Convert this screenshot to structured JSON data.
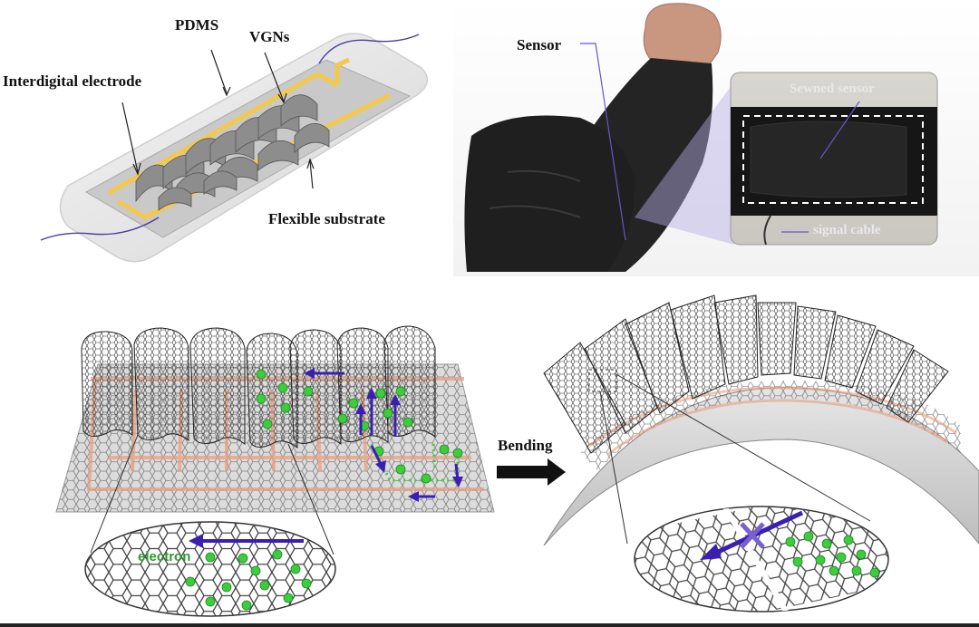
{
  "panel_a": {
    "labels": {
      "pdms": "PDMS",
      "vgns": "VGNs",
      "interdigital": "Interdigital electrode",
      "flexible": "Flexible substrate"
    }
  },
  "panel_b": {
    "labels": {
      "sensor": "Sensor",
      "sewned": "Sewned sensor",
      "signal": "signal cable"
    }
  },
  "panel_c": {
    "labels": {
      "electron": "electron",
      "bending": "Bending"
    }
  },
  "colors": {
    "electrode": "#f2c94c",
    "electron": "#3dcc3d",
    "arrow": "#3a1fb0",
    "lattice": "#2b2b2b",
    "copper": "#e8a080",
    "cable": "#4b3fa0"
  }
}
